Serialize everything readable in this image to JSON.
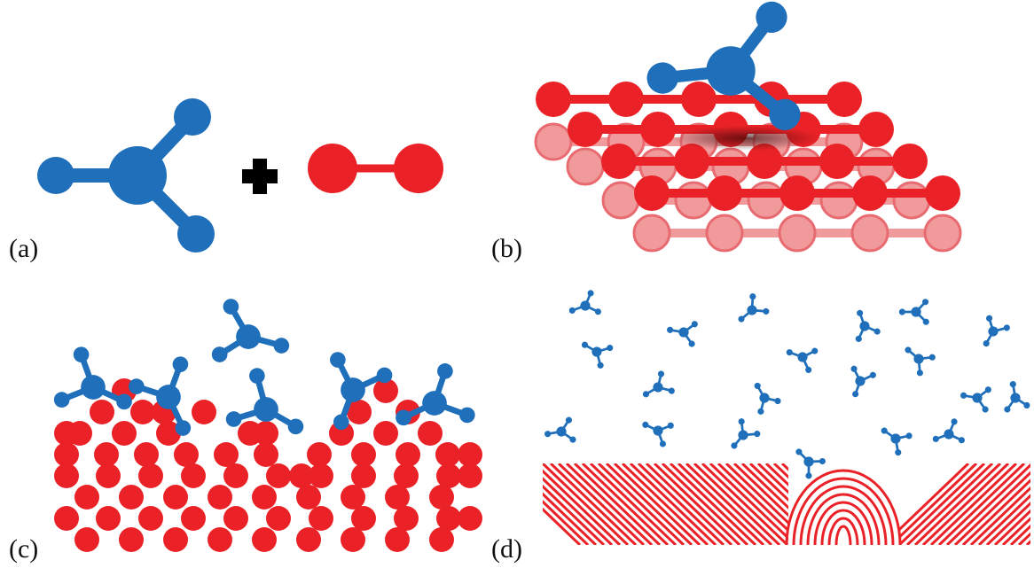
{
  "labels": {
    "a": "(a)",
    "b": "(b)",
    "c": "(c)",
    "d": "(d)"
  },
  "colors": {
    "molecule": "#1f6fba",
    "surface": "#ea2227",
    "surface_faded": "#f19a9c",
    "operator": "#000000",
    "background": "#ffffff"
  },
  "icons": {
    "operator": "plus-icon",
    "reactant_1": "three-arm-molecule-icon",
    "reactant_2": "diatomic-molecule-icon"
  }
}
